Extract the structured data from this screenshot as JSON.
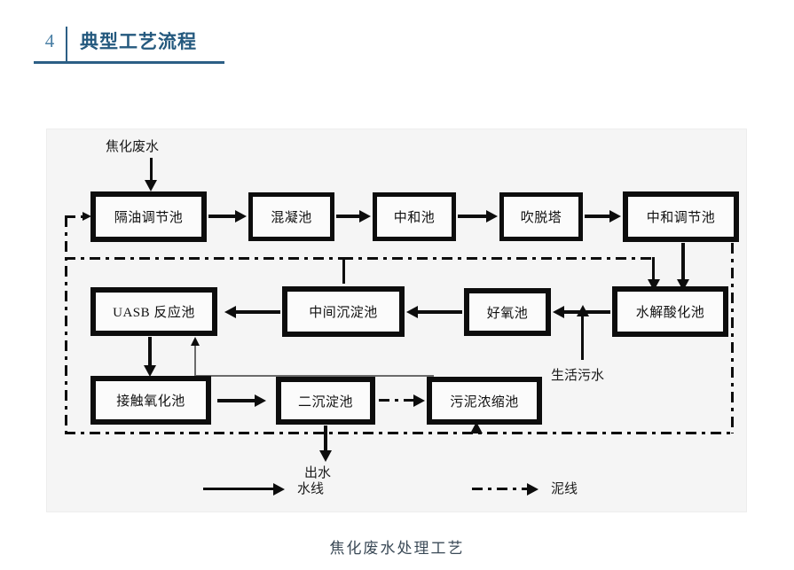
{
  "section": {
    "number": "4",
    "title": "典型工艺流程",
    "accent_color": "#2c5f85",
    "number_color": "#4a7fa5"
  },
  "diagram": {
    "background_color": "#f5f5f5",
    "inputs": [
      {
        "name": "coking-wastewater",
        "label": "焦化废水"
      },
      {
        "name": "domestic-sewage",
        "label": "生活污水"
      }
    ],
    "outputs": [
      {
        "name": "effluent",
        "label": "出水"
      }
    ],
    "boxes": [
      {
        "name": "oil-separation-regulating-tank",
        "label": "隔油调节池"
      },
      {
        "name": "coagulation-tank",
        "label": "混凝池"
      },
      {
        "name": "neutralization-tank",
        "label": "中和池"
      },
      {
        "name": "stripping-tower",
        "label": "吹脱塔"
      },
      {
        "name": "neutralization-regulating-tank",
        "label": "中和调节池"
      },
      {
        "name": "uasb-reactor",
        "label": "UASB 反应池"
      },
      {
        "name": "intermediate-sedimentation-tank",
        "label": "中间沉淀池"
      },
      {
        "name": "aerobic-tank",
        "label": "好氧池"
      },
      {
        "name": "hydrolysis-acidification-tank",
        "label": "水解酸化池"
      },
      {
        "name": "contact-oxidation-tank",
        "label": "接触氧化池"
      },
      {
        "name": "secondary-sedimentation-tank",
        "label": "二沉淀池"
      },
      {
        "name": "sludge-thickening-tank",
        "label": "污泥浓缩池"
      }
    ],
    "legend": [
      {
        "name": "water-line",
        "label": "水线",
        "style": "solid"
      },
      {
        "name": "sludge-line",
        "label": "泥线",
        "style": "dash-dot"
      }
    ]
  },
  "caption": "焦化废水处理工艺"
}
